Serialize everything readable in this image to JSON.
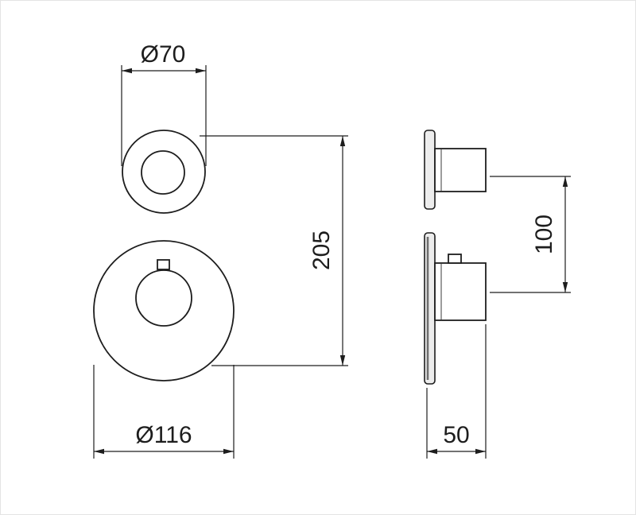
{
  "front_view": {
    "knob_diameter_label": "Ø70",
    "height_label": "205",
    "plate_diameter_label": "Ø116"
  },
  "side_view": {
    "center_distance_label": "100",
    "depth_label": "50"
  },
  "colors": {
    "line": "#1d1d1d",
    "plate_fill": "#ededed",
    "background": "#ffffff"
  }
}
